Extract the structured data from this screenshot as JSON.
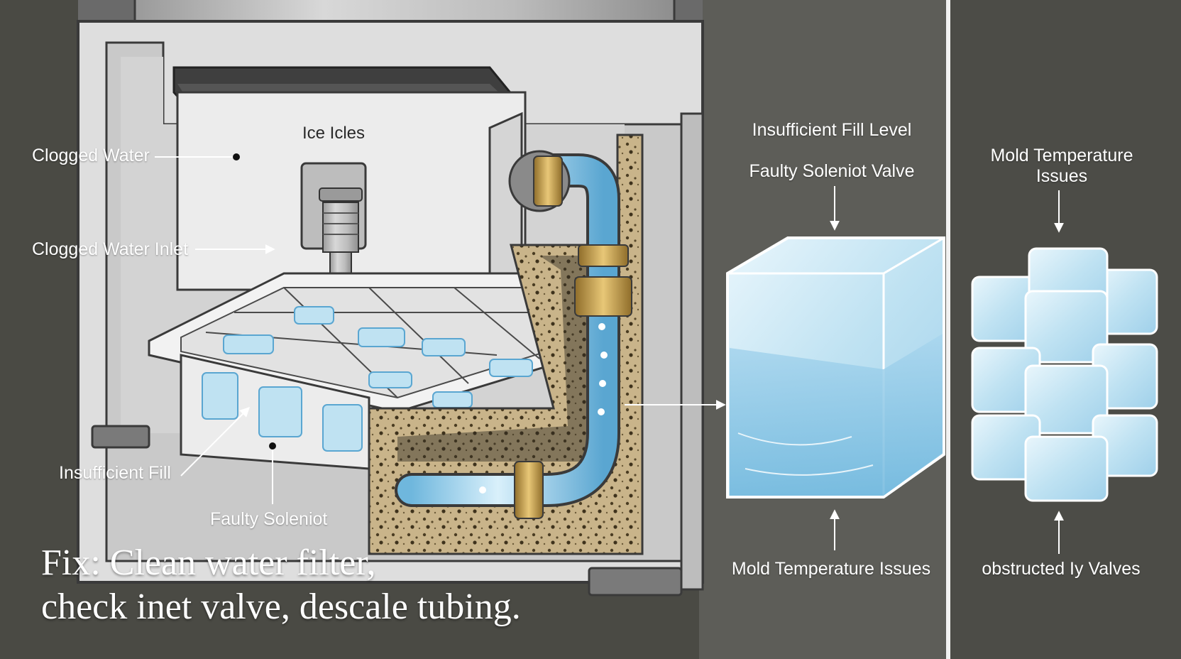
{
  "main_illustration": {
    "ice_maker_label": "Ice Icles",
    "left_callouts": {
      "clogged_water": "Clogged Water",
      "clogged_water_inlet": "Clogged Water Inlet",
      "insufficient_fill": "Insufficient Fill",
      "faulty_soleniot": "Faulty Soleniot"
    },
    "fix_text": {
      "line1": "Fix: Clean water filter,",
      "line2": "check inet valve, descale tubing."
    }
  },
  "middle_panel": {
    "top_label_1": "Insufficient Fill Level",
    "top_label_2": "Faulty Soleniot Valve",
    "bottom_label": "Mold Temperature Issues"
  },
  "right_panel": {
    "top_label_line1": "Mold Temperature",
    "top_label_line2": "Issues",
    "bottom_label": "obstructed Ιy Valves"
  },
  "colors": {
    "background": "#4a4a44",
    "middle_panel_bg": "#5d5d58",
    "fridge_body": "#e6e6e6",
    "ice_blue": "#bfe2f2",
    "water_blue": "#6fb7dd",
    "mold": "#c9b48a",
    "brass": "#c9a24f"
  },
  "icons": [
    "ice-cube-icon",
    "ice-cube-stack-icon",
    "pipe-icon",
    "arrow-icon"
  ]
}
